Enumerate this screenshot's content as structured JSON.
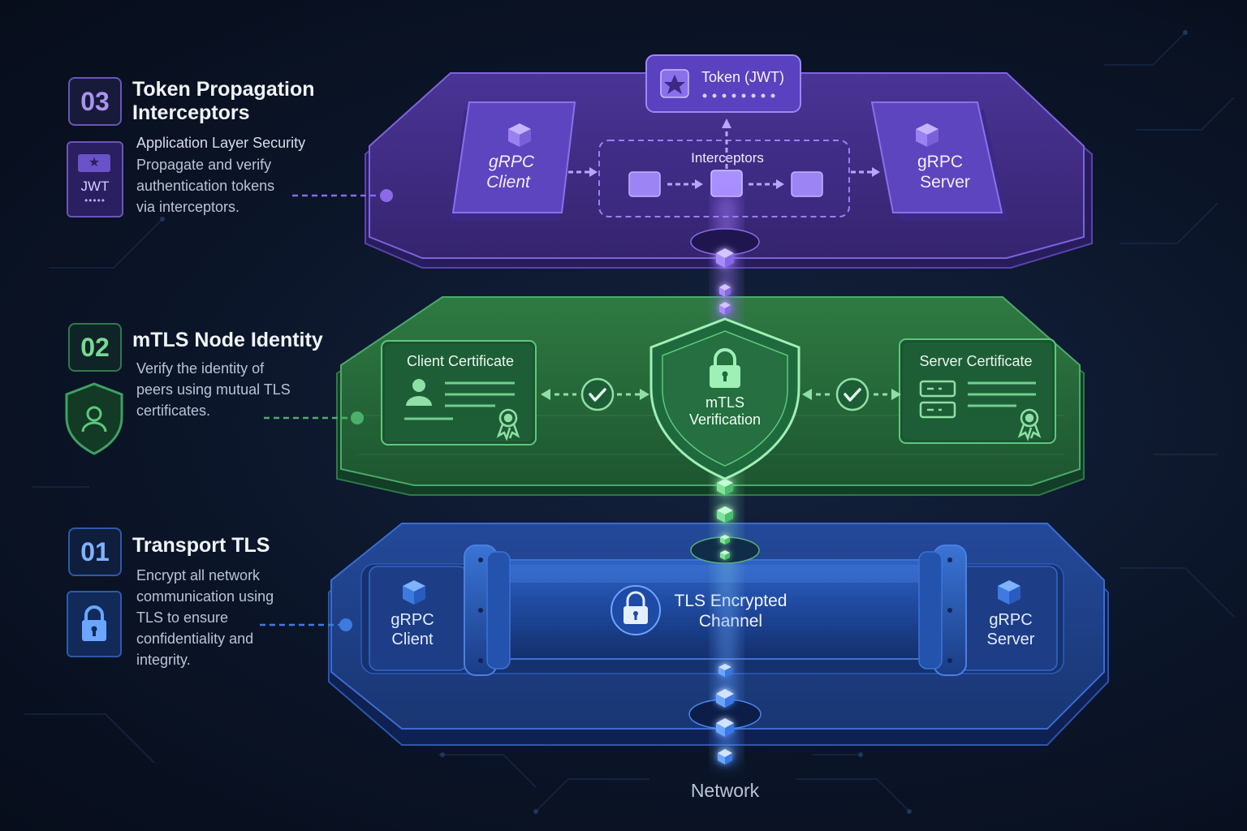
{
  "layers": [
    {
      "number": "03",
      "title": "Token Propagation Interceptors",
      "subtitle": "Application Layer Security",
      "description": "Propagate and verify authentication tokens via interceptors.",
      "badge": "JWT",
      "color": "#7a5bd6"
    },
    {
      "number": "02",
      "title": "mTLS Node Identity",
      "description": "Verify the identity of peers using mutual TLS certificates.",
      "color": "#3c9a5c"
    },
    {
      "number": "01",
      "title": "Transport TLS",
      "description": "Encrypt all network communication using TLS to ensure confidentiality and integrity.",
      "color": "#2c5fb8"
    }
  ],
  "app_layer": {
    "token_label": "Token (JWT)",
    "client_label": "gRPC Client",
    "server_label": "gRPC Server",
    "interceptors_label": "Interceptors"
  },
  "mtls_layer": {
    "client_cert_label": "Client Certificate",
    "server_cert_label": "Server Certificate",
    "verification_label": "mTLS Verification"
  },
  "tls_layer": {
    "client_label": "gRPC Client",
    "server_label": "gRPC Server",
    "channel_label": "TLS Encrypted Channel"
  },
  "network_label": "Network"
}
